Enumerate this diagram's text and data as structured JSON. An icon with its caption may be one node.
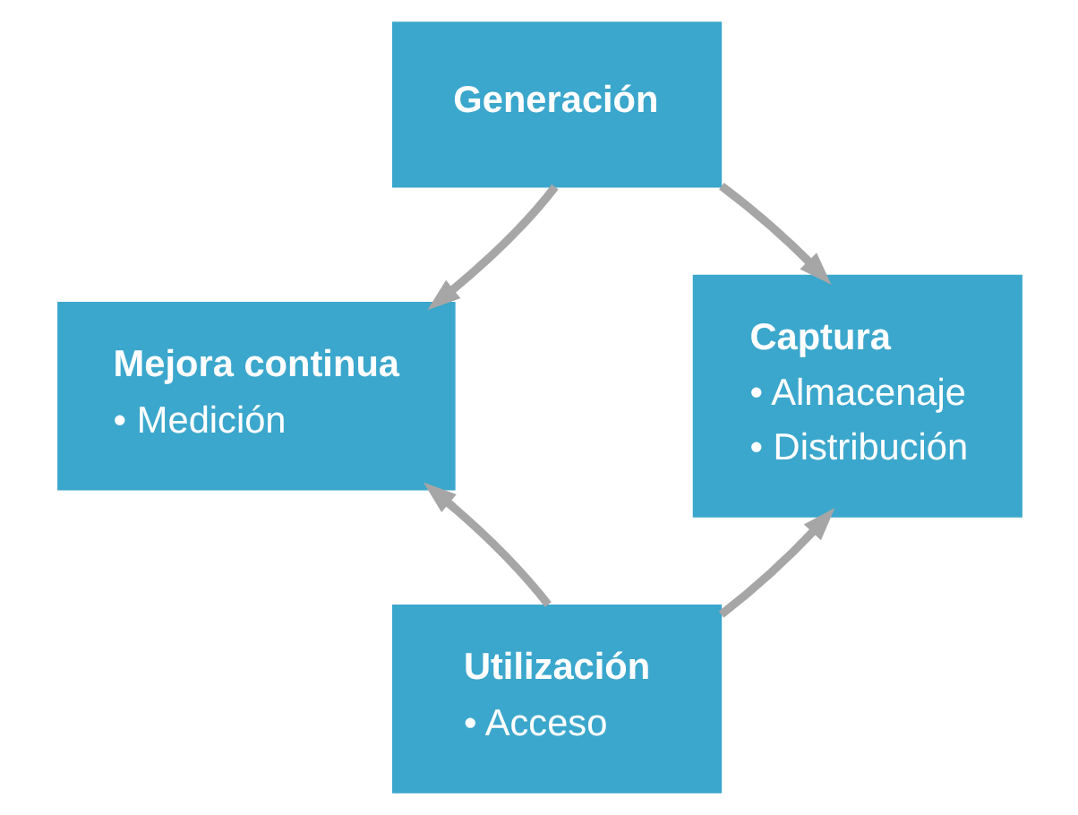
{
  "diagram": {
    "nodes": [
      {
        "text": [
          "Generación"
        ]
      },
      {
        "text": [
          "Mejora continua",
          "• Medición"
        ]
      },
      {
        "text": [
          "Captura",
          "• Almacenaje",
          "• Distribución"
        ]
      },
      {
        "text": [
          "Utilización",
          "• Acceso"
        ]
      }
    ],
    "edges": [
      {
        "from": 0,
        "to": 1,
        "arrow": "to"
      },
      {
        "from": 0,
        "to": 2,
        "arrow": "to"
      },
      {
        "from": 3,
        "to": 1,
        "arrow": "to"
      },
      {
        "from": 3,
        "to": 2,
        "arrow": "to"
      }
    ]
  }
}
